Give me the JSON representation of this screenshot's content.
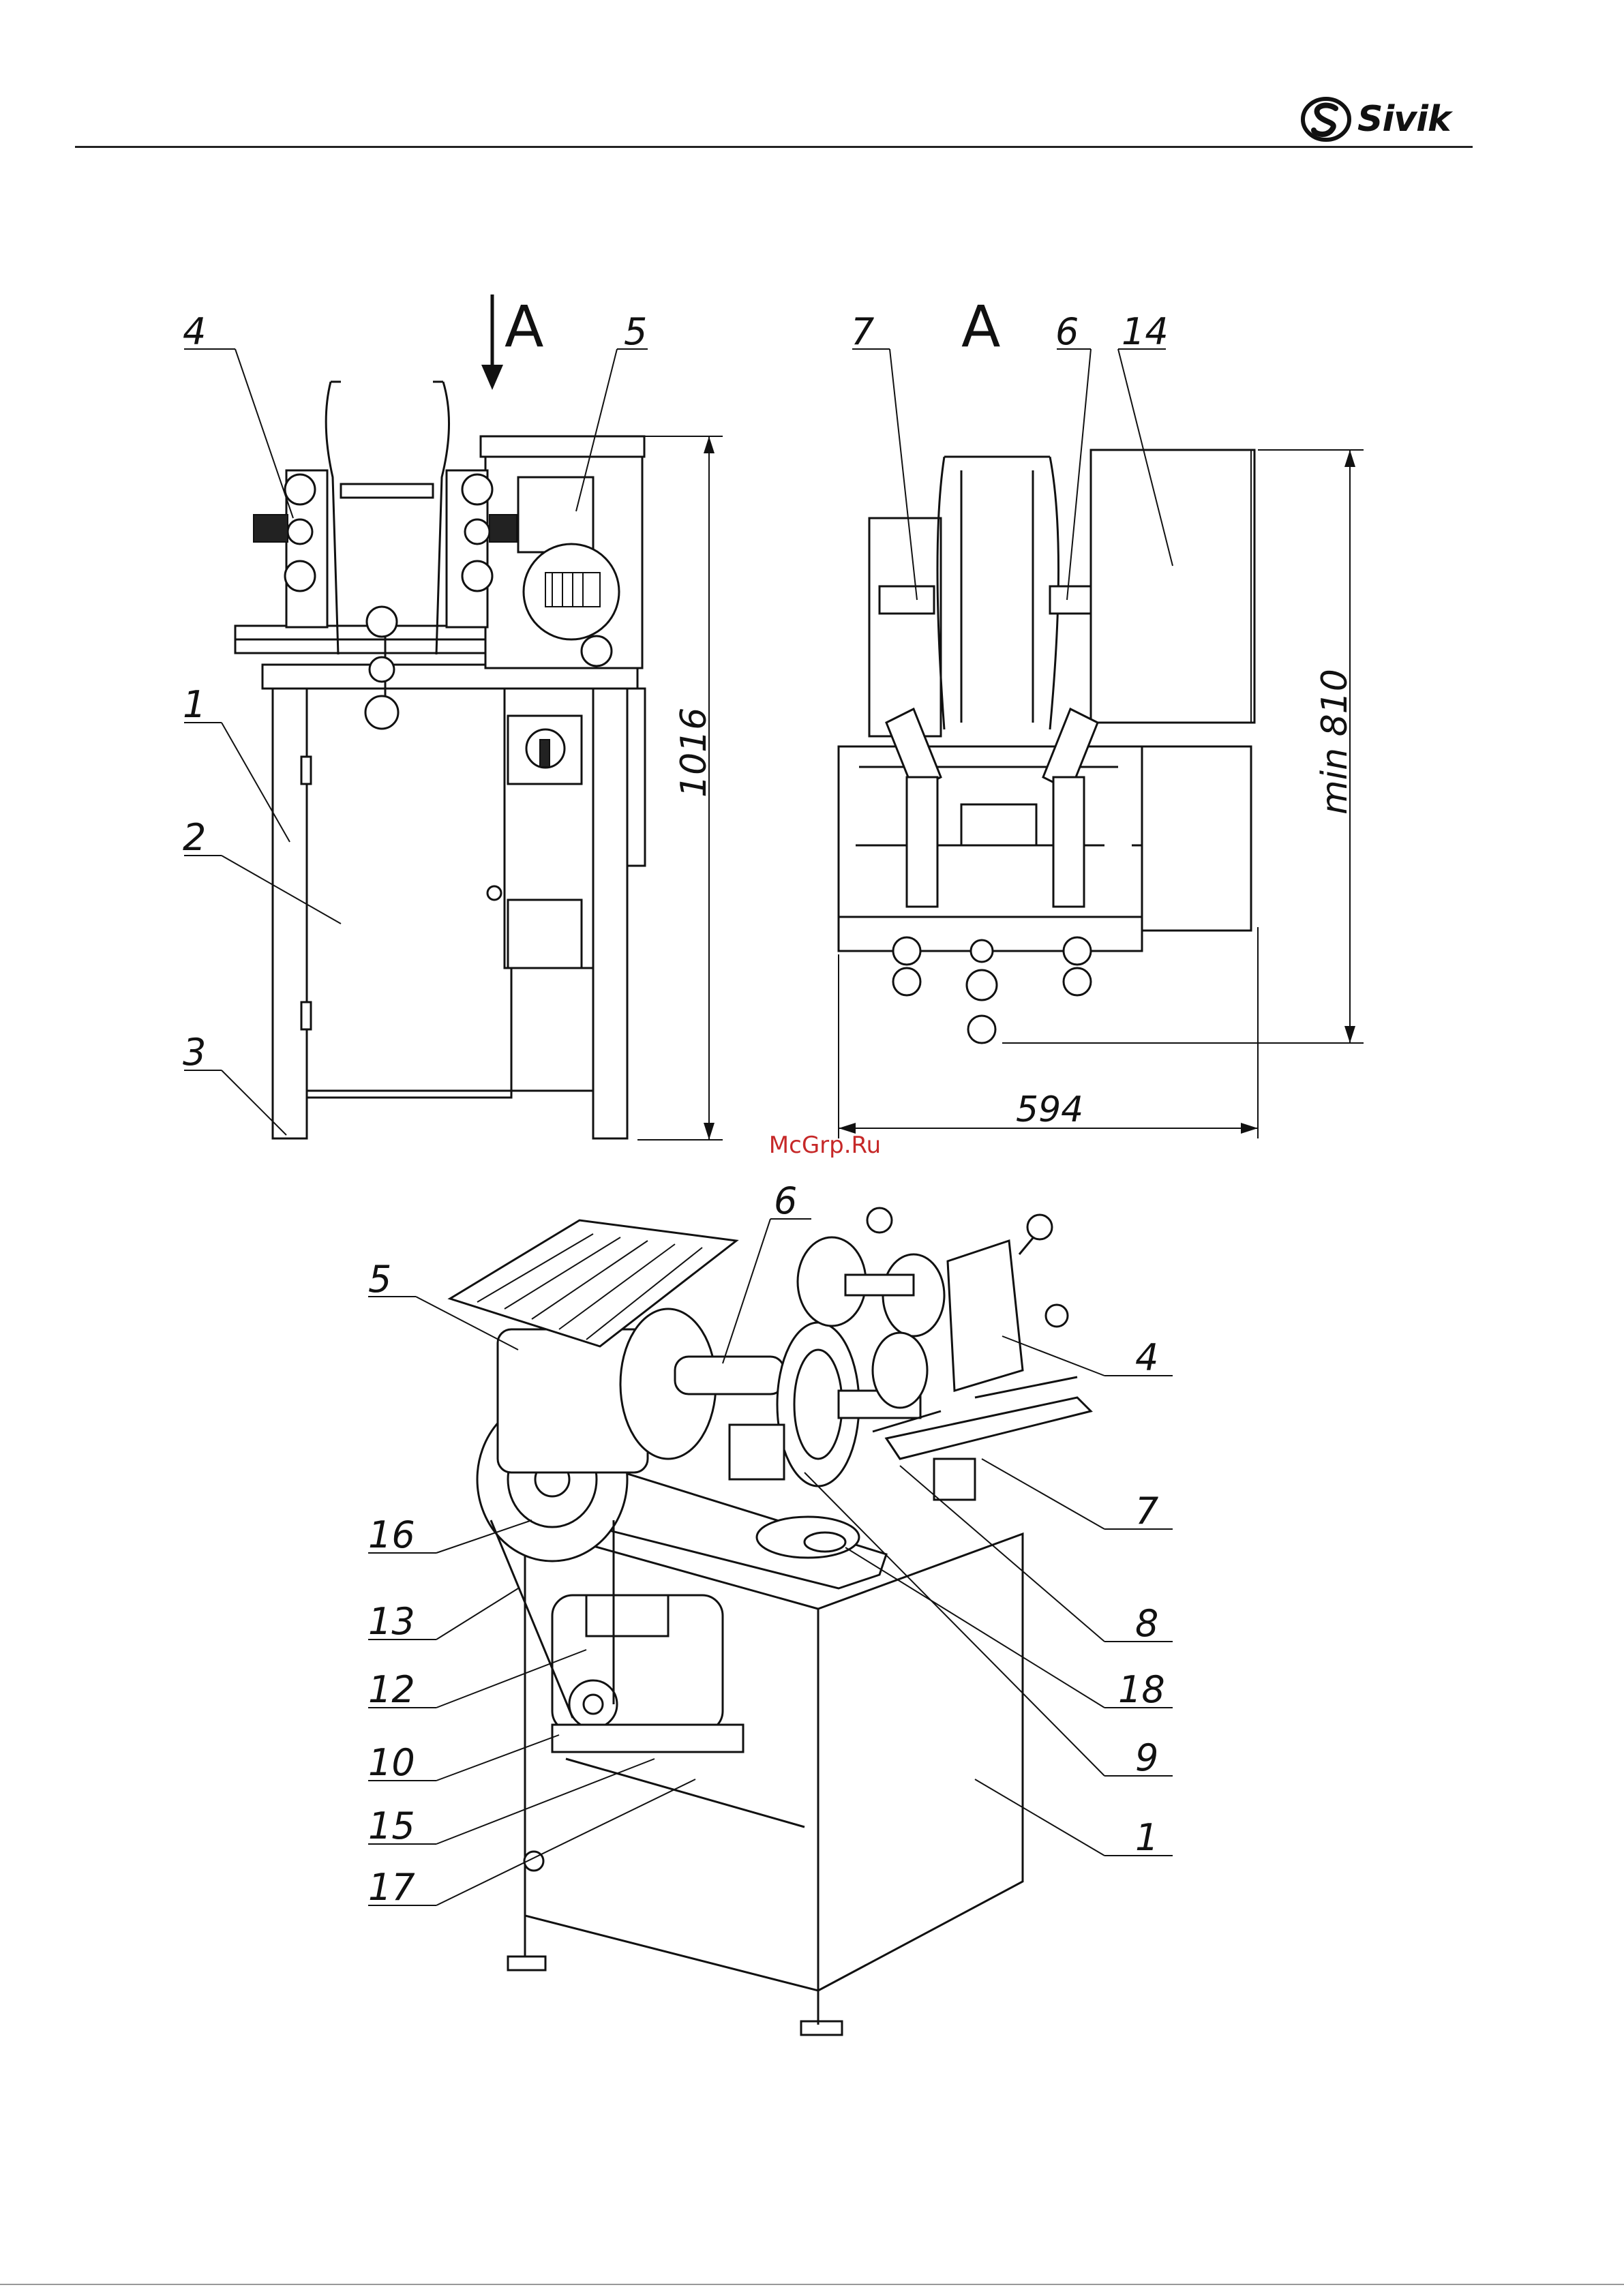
{
  "header": {
    "brand": "Sivik",
    "logo_icon": "sivik-s-logo-icon"
  },
  "watermark": "McGrp.Ru",
  "views": {
    "view_marker": "A",
    "section_label": "A"
  },
  "dimensions": {
    "height_total": "1016",
    "height_min": "min 810",
    "width": "594"
  },
  "front_view_labels": [
    "4",
    "5",
    "1",
    "2",
    "3"
  ],
  "side_view_labels": [
    "7",
    "6",
    "14"
  ],
  "iso_view_labels_left": [
    "5",
    "16",
    "13",
    "12",
    "10",
    "15",
    "17"
  ],
  "iso_view_labels_top": [
    "6"
  ],
  "iso_view_labels_right": [
    "4",
    "7",
    "8",
    "18",
    "9",
    "1"
  ]
}
